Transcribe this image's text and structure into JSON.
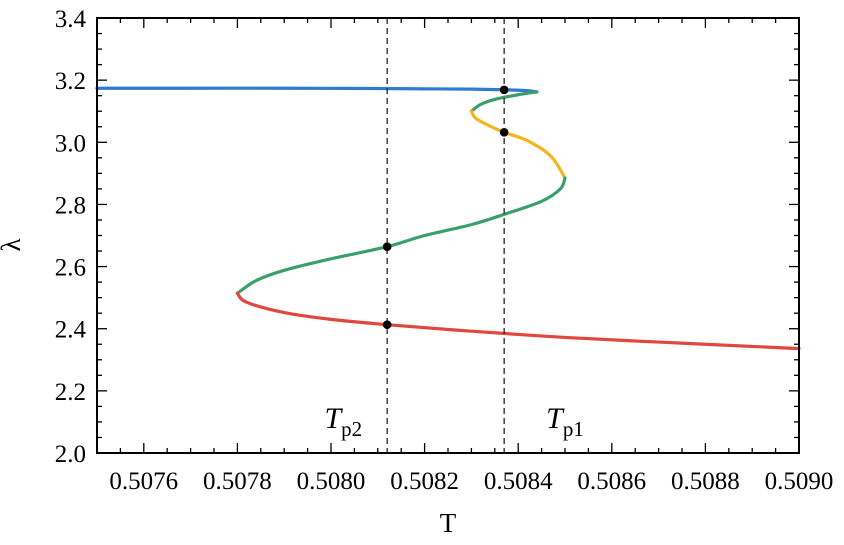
{
  "chart_data": {
    "type": "line",
    "title": "",
    "xlabel": "T",
    "ylabel": "λ",
    "xlim": [
      0.5075,
      0.509
    ],
    "ylim": [
      2.0,
      3.4
    ],
    "x_ticks": [
      0.5076,
      0.5078,
      0.508,
      0.5082,
      0.5084,
      0.5086,
      0.5088,
      0.509
    ],
    "x_tick_labels": [
      "0.5076",
      "0.5078",
      "0.5080",
      "0.5082",
      "0.5084",
      "0.5086",
      "0.5088",
      "0.5090"
    ],
    "y_ticks": [
      2.0,
      2.2,
      2.4,
      2.6,
      2.8,
      3.0,
      3.2,
      3.4
    ],
    "y_tick_labels": [
      "2.0",
      "2.2",
      "2.4",
      "2.6",
      "2.8",
      "3.0",
      "3.2",
      "3.4"
    ],
    "grid": false,
    "series": [
      {
        "color": "#2f7bd0",
        "x": [
          0.5075,
          0.5077,
          0.5079,
          0.5081,
          0.5082,
          0.5083,
          0.50837,
          0.50842,
          0.50844
        ],
        "y": [
          3.174,
          3.174,
          3.174,
          3.173,
          3.172,
          3.171,
          3.169,
          3.166,
          3.162
        ]
      },
      {
        "color": "#3a9f6a",
        "x": [
          0.50844,
          0.5084,
          0.50835,
          0.50832,
          0.5083
        ],
        "y": [
          3.162,
          3.153,
          3.138,
          3.122,
          3.1
        ]
      },
      {
        "color": "#f2b51d",
        "x": [
          0.5083,
          0.50831,
          0.50834,
          0.50837,
          0.50842,
          0.50847,
          0.5085
        ],
        "y": [
          3.1,
          3.076,
          3.052,
          3.032,
          3.005,
          2.955,
          2.885
        ]
      },
      {
        "color": "#3a9f6a",
        "x": [
          0.5085,
          0.50849,
          0.50845,
          0.50837,
          0.5083,
          0.5082,
          0.50812,
          0.508,
          0.5079,
          0.50784,
          0.5078
        ],
        "y": [
          2.885,
          2.85,
          2.81,
          2.768,
          2.735,
          2.7,
          2.664,
          2.625,
          2.588,
          2.555,
          2.514
        ]
      },
      {
        "color": "#e0473f",
        "x": [
          0.5078,
          0.50782,
          0.5079,
          0.508,
          0.50812,
          0.5083,
          0.5085,
          0.5087,
          0.5089,
          0.509
        ],
        "y": [
          2.514,
          2.485,
          2.452,
          2.43,
          2.413,
          2.392,
          2.372,
          2.357,
          2.343,
          2.336
        ]
      }
    ],
    "vlines": [
      {
        "x": 0.50812,
        "label": "T",
        "label_sub": "p2"
      },
      {
        "x": 0.50837,
        "label": "T",
        "label_sub": "p1"
      }
    ],
    "points": [
      {
        "x": 0.50837,
        "y": 3.169
      },
      {
        "x": 0.50837,
        "y": 3.032
      },
      {
        "x": 0.50812,
        "y": 2.664
      },
      {
        "x": 0.50812,
        "y": 2.413
      }
    ]
  }
}
